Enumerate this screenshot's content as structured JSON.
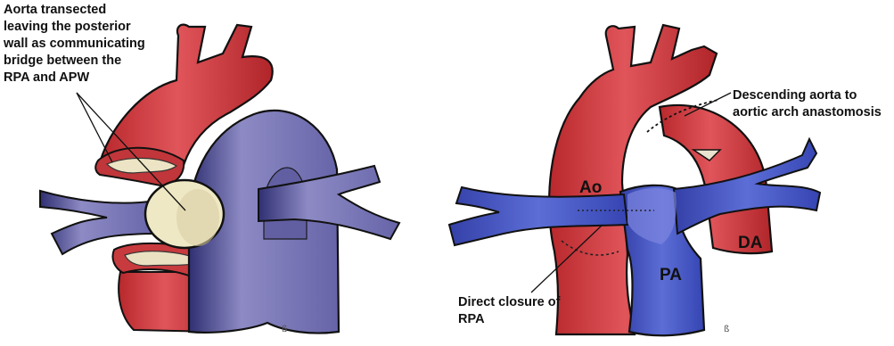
{
  "left_panel": {
    "annotation_lines": [
      "Aorta transected",
      "leaving the posterior",
      "wall as communicating",
      "bridge between the",
      "RPA and APW"
    ]
  },
  "right_panel": {
    "annastomosis_lines": [
      "Descending aorta to",
      "aortic arch anastomosis"
    ],
    "closure_lines": [
      "Direct closure of",
      "RPA"
    ],
    "labels": {
      "ao": "Ao",
      "pa": "PA",
      "da": "DA"
    }
  },
  "signature": "ß",
  "colors": {
    "aorta_red": "#de4b4e",
    "aorta_dark": "#a5262a",
    "pulmonary_blue": "#5566cc",
    "pulmonary_violet": "#8c89c2",
    "shadow_navy": "#2d2d6e",
    "window_cream": "#efe8c4"
  }
}
